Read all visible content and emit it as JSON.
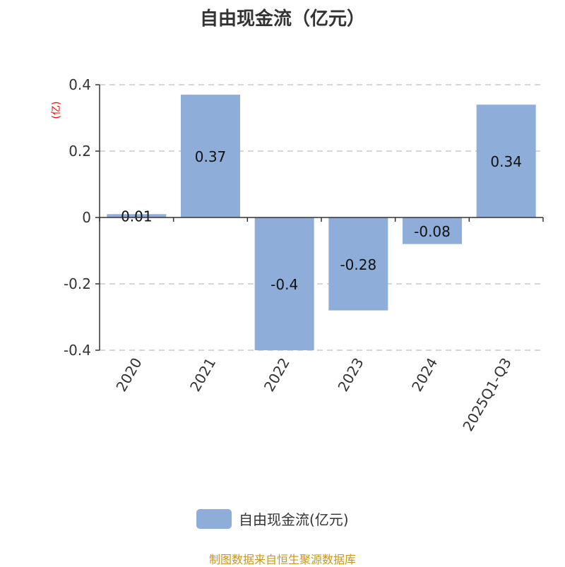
{
  "chart_data": {
    "type": "bar",
    "title": "自由现金流（亿元）",
    "ylabel": "(亿)",
    "xlabel": "",
    "categories": [
      "2020",
      "2021",
      "2022",
      "2023",
      "2024",
      "2025Q1-Q3"
    ],
    "values": [
      0.01,
      0.37,
      -0.4,
      -0.28,
      -0.08,
      0.34
    ],
    "data_labels": [
      "0.01",
      "0.37",
      "-0.4",
      "-0.28",
      "-0.08",
      "0.34"
    ],
    "ylim": [
      -0.4,
      0.4
    ],
    "yticks": [
      0.4,
      0.2,
      0,
      -0.2,
      -0.4
    ],
    "ytick_labels": [
      "0.4",
      "0.2",
      "0",
      "-0.2",
      "-0.4"
    ],
    "grid": true,
    "legend": {
      "position": "bottom",
      "entries": [
        "自由现金流(亿元)"
      ]
    },
    "bar_color": "#8eadd9",
    "ylabel_color": "#ff0000"
  },
  "source": "制图数据来自恒生聚源数据库"
}
